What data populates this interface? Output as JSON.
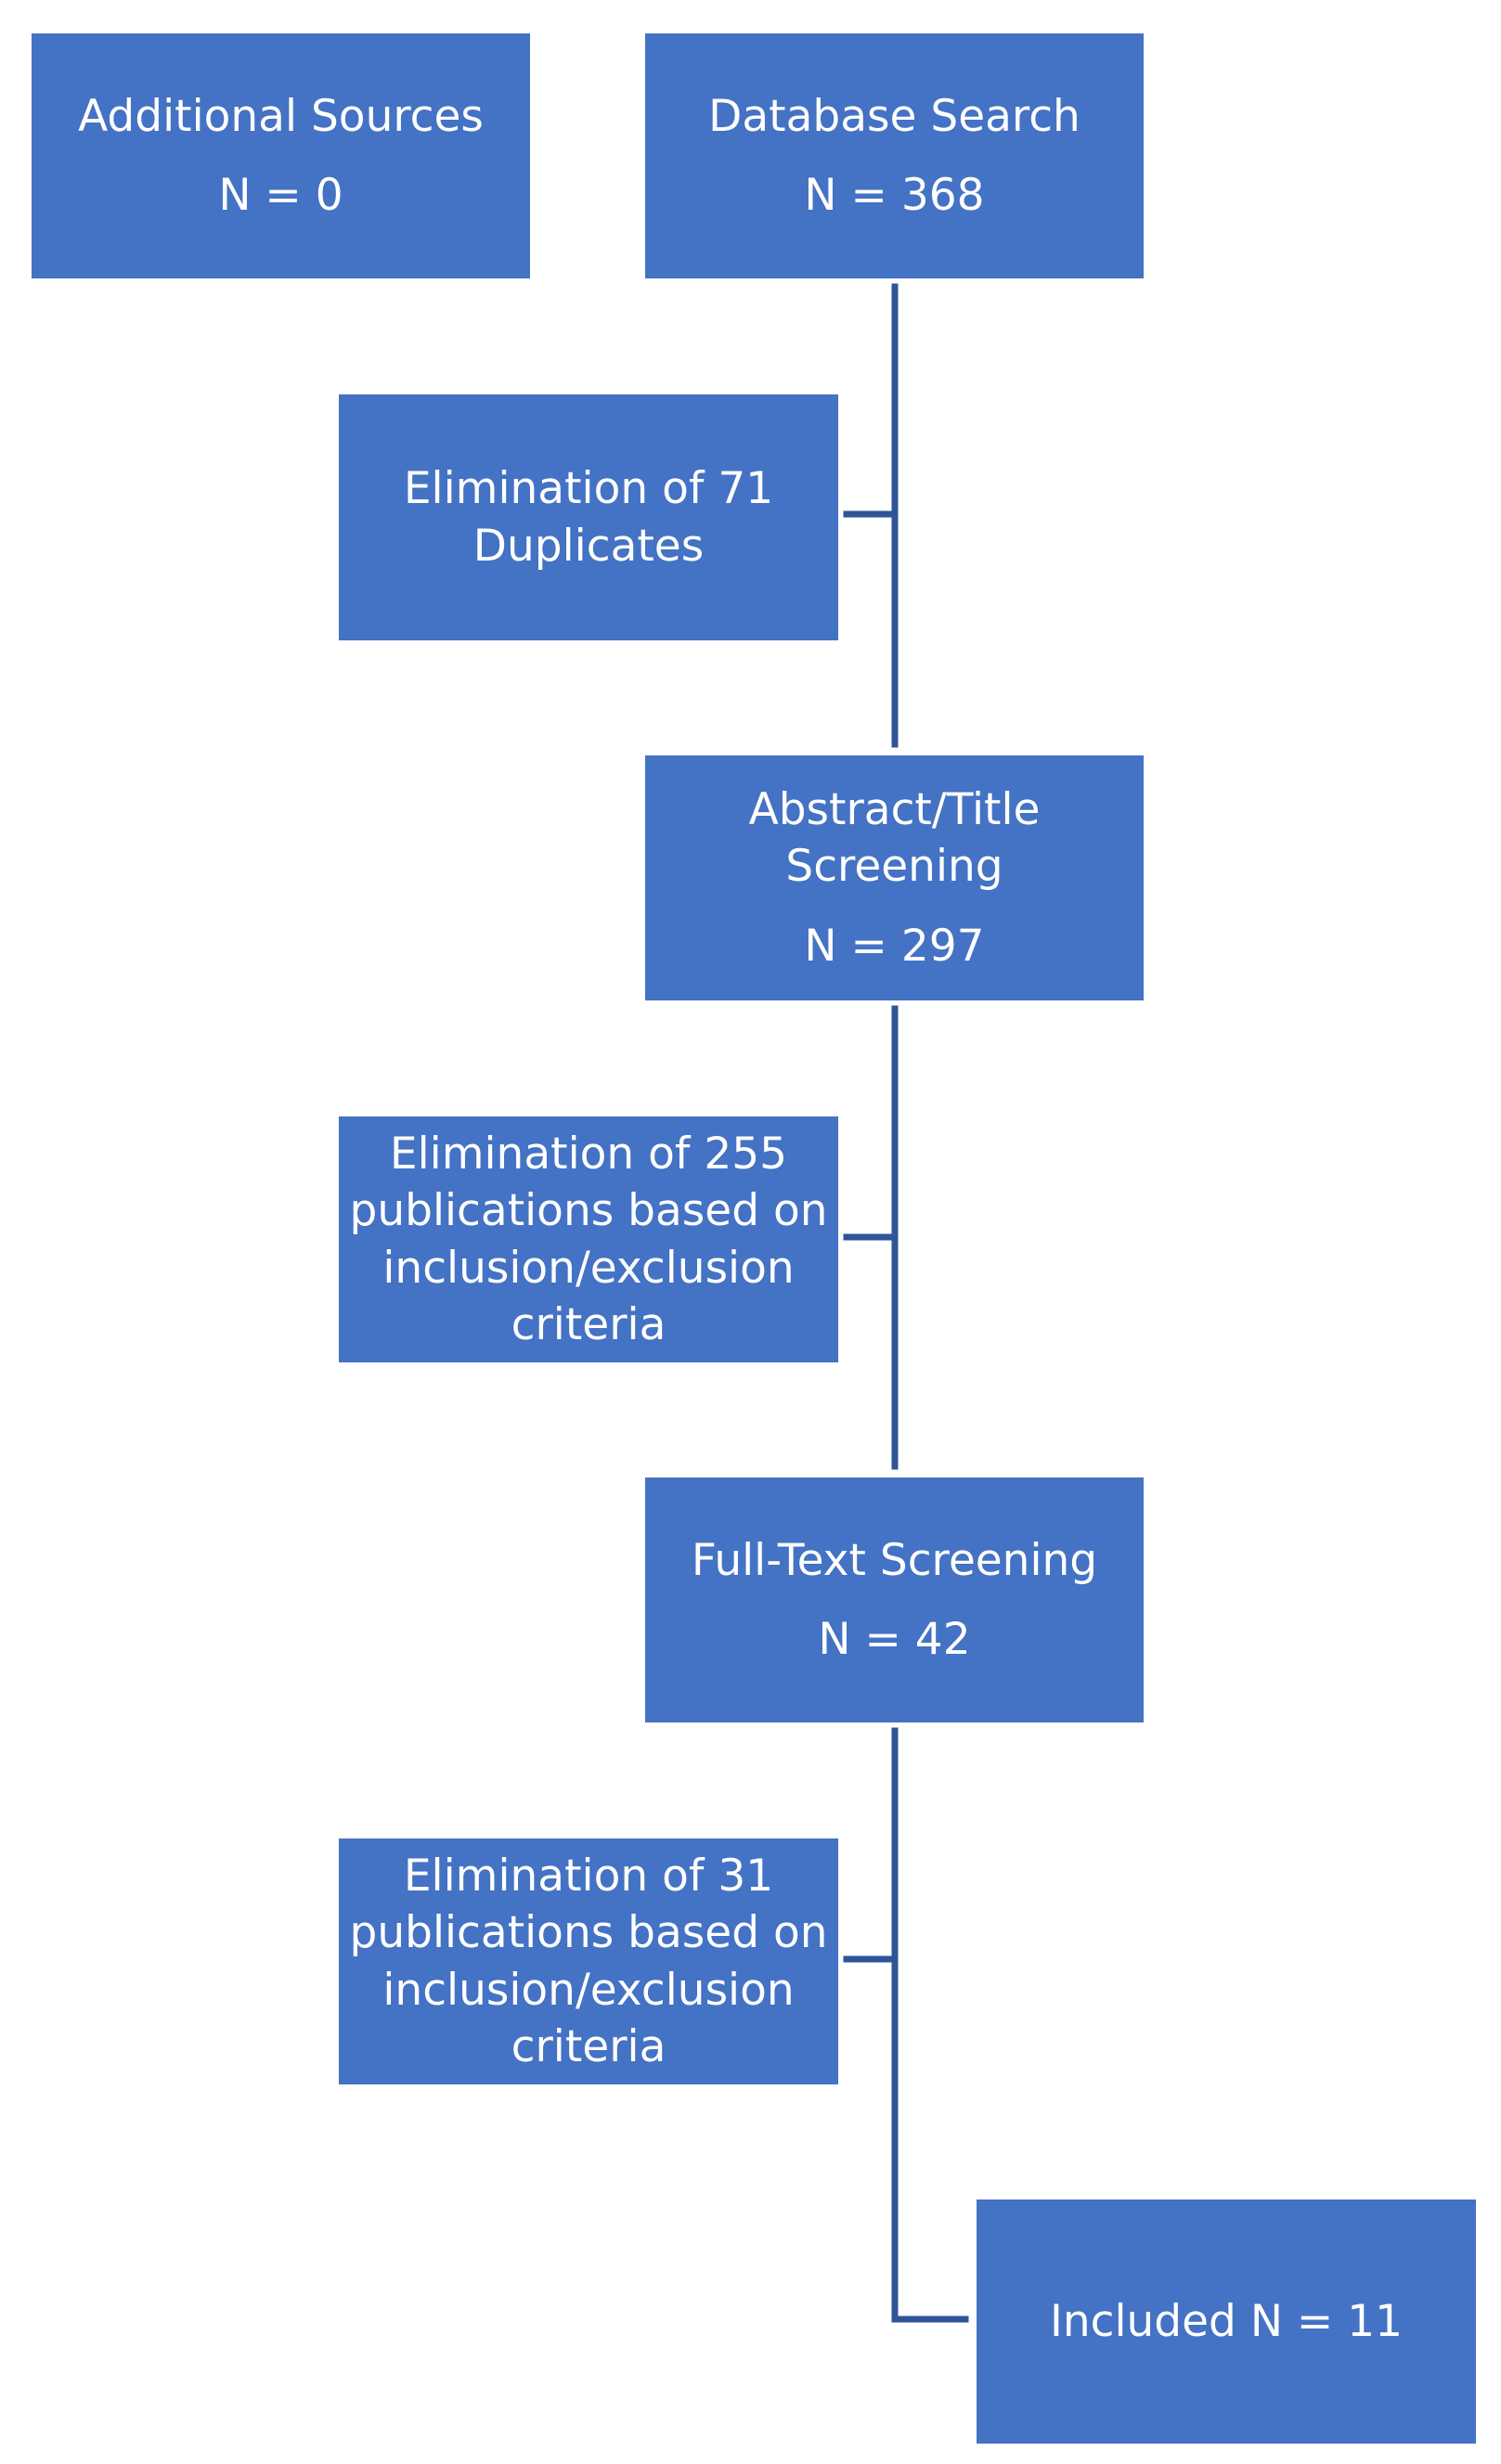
{
  "boxes": {
    "additional_sources": {
      "title": "Additional Sources",
      "count": "N = 0"
    },
    "database_search": {
      "title": "Database Search",
      "count": "N = 368"
    },
    "duplicates": {
      "line1": "Elimination of 71",
      "line2": "Duplicates"
    },
    "abstract_title": {
      "line1": "Abstract/Title",
      "line2": "Screening",
      "count": "N = 297"
    },
    "elimination_255": {
      "line1": "Elimination of 255",
      "line2": "publications based on",
      "line3": "inclusion/exclusion",
      "line4": "criteria"
    },
    "full_text": {
      "title": "Full-Text Screening",
      "count": "N = 42"
    },
    "elimination_31": {
      "line1": "Elimination of 31",
      "line2": "publications based on",
      "line3": "inclusion/exclusion",
      "line4": "criteria"
    },
    "included": {
      "label": "Included N = 11"
    }
  },
  "colors": {
    "box_fill": "#4472c4",
    "box_text": "#ffffff",
    "connector": "#2f5597"
  }
}
